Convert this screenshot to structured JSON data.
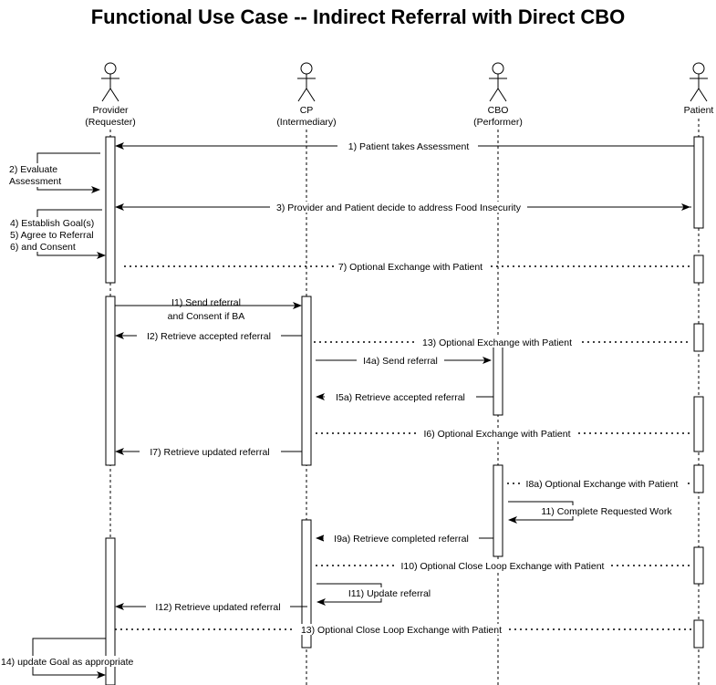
{
  "title": "Functional Use Case -- Indirect Referral with Direct CBO",
  "colors": {
    "line": "#000000",
    "background": "#ffffff"
  },
  "actors": [
    {
      "id": "provider",
      "lines": [
        "Provider",
        "(Requester)"
      ]
    },
    {
      "id": "cp",
      "lines": [
        "CP",
        "(Intermediary)"
      ]
    },
    {
      "id": "cbo",
      "lines": [
        "CBO",
        "(Performer)"
      ]
    },
    {
      "id": "patient",
      "lines": [
        "Patient"
      ]
    }
  ],
  "messages": [
    {
      "id": "m1",
      "label": "1) Patient takes Assessment"
    },
    {
      "id": "m2",
      "lines": [
        "2) Evaluate",
        "Assessment"
      ]
    },
    {
      "id": "m3",
      "label": "3) Provider and Patient decide to address Food Insecurity"
    },
    {
      "id": "m4",
      "lines": [
        "4) Establish Goal(s)",
        "5) Agree to Referral",
        "6) and Consent"
      ]
    },
    {
      "id": "m7",
      "label": "7) Optional Exchange with Patient"
    },
    {
      "id": "mI1",
      "lines": [
        "I1) Send referral",
        "and Consent if BA"
      ]
    },
    {
      "id": "mI2",
      "label": "I2) Retrieve accepted referral"
    },
    {
      "id": "mI3",
      "label": "13) Optional Exchange with Patient"
    },
    {
      "id": "mI4a",
      "label": "I4a) Send referral"
    },
    {
      "id": "mI5a",
      "label": "I5a) Retrieve accepted referral"
    },
    {
      "id": "mI6",
      "label": "I6) Optional Exchange with Patient"
    },
    {
      "id": "mI7",
      "label": "I7) Retrieve updated referral"
    },
    {
      "id": "mI8a",
      "label": "I8a) Optional Exchange with Patient"
    },
    {
      "id": "m11",
      "label": "11) Complete Requested Work"
    },
    {
      "id": "mI9a",
      "label": "I9a) Retrieve completed referral"
    },
    {
      "id": "mI10",
      "label": "I10) Optional Close Loop Exchange with Patient"
    },
    {
      "id": "mI11",
      "label": "I11) Update referral"
    },
    {
      "id": "mI12",
      "label": "I12) Retrieve updated referral"
    },
    {
      "id": "m13",
      "label": "13) Optional Close Loop Exchange with Patient"
    },
    {
      "id": "m14",
      "label": "14) update Goal as appropriate"
    }
  ]
}
